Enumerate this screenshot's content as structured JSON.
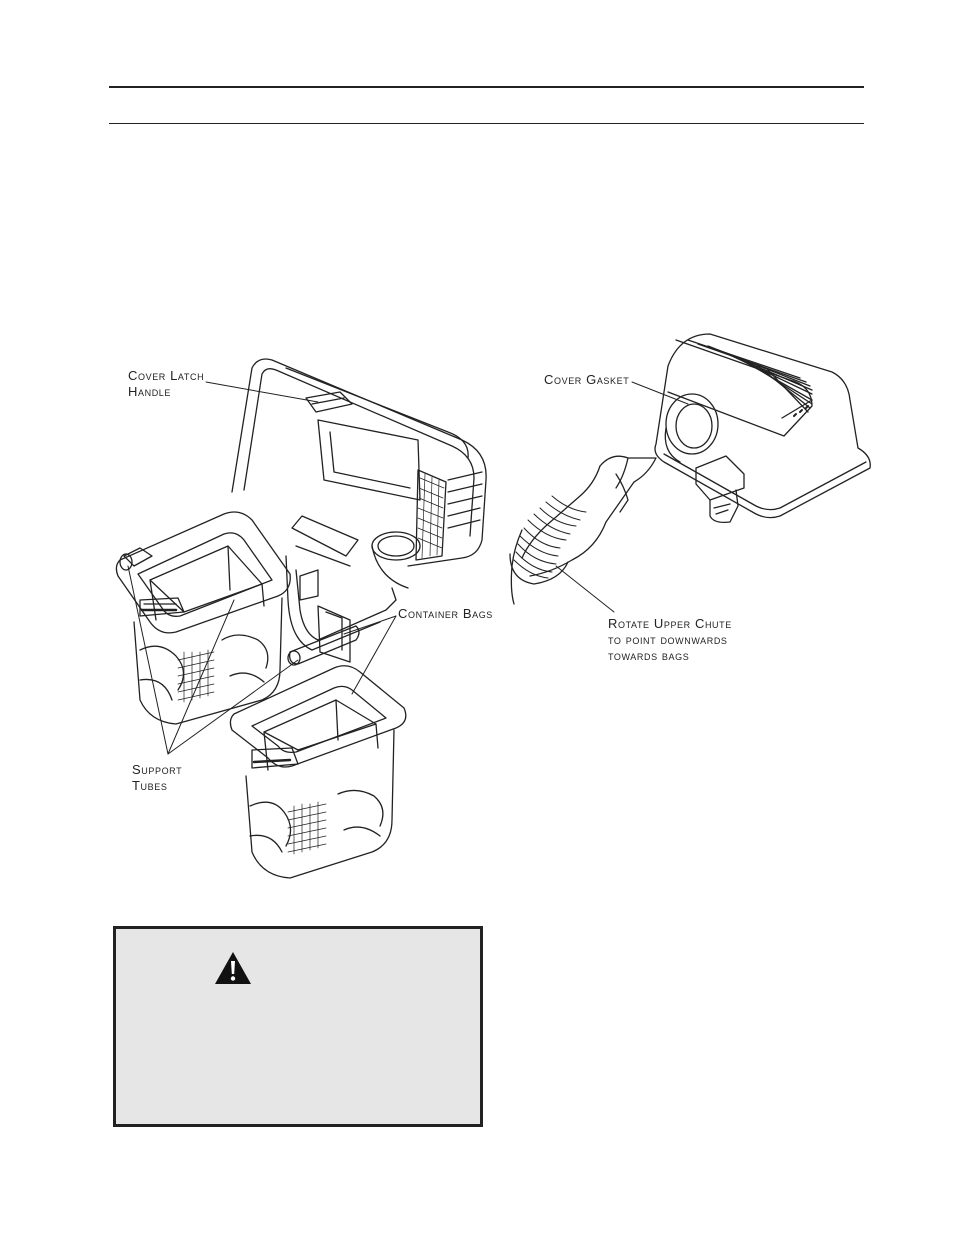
{
  "labels": {
    "cover_latch_handle": [
      "Cover Latch",
      "Handle"
    ],
    "container_bags": [
      "Container Bags"
    ],
    "support_tubes": [
      "Support",
      "Tubes"
    ],
    "cover_gasket": [
      "Cover Gasket"
    ],
    "rotate_upper_chute": [
      "Rotate Upper Chute",
      "to point downwards",
      "towards bags"
    ]
  },
  "warning": {
    "icon": "warning-triangle-icon"
  },
  "colors": {
    "line": "#222222",
    "warning_bg": "#e6e6e6"
  }
}
